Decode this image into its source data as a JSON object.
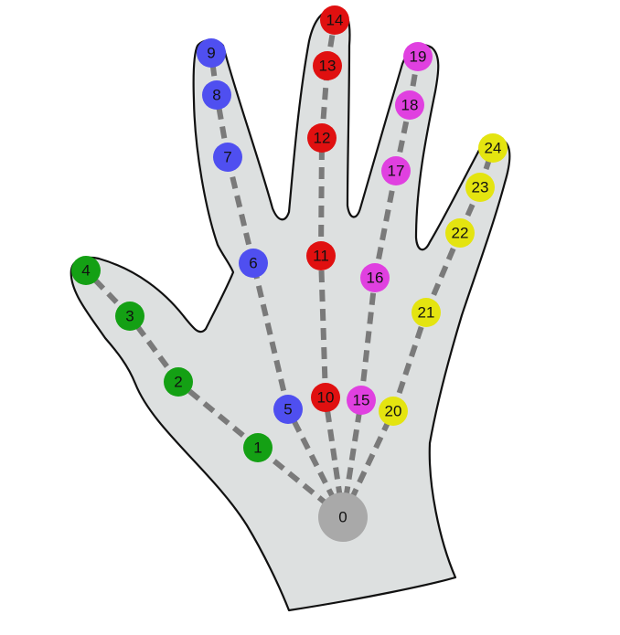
{
  "diagram": {
    "colors": {
      "wrist": "#a9a9a9",
      "thumb": "#14a014",
      "index": "#4f4ff0",
      "middle": "#e01010",
      "ring": "#e040e0",
      "pinky": "#e4e410",
      "bone": "#7a7a7a",
      "hand": "#dde0e0"
    },
    "keypoints": [
      {
        "id": 0,
        "label": "0",
        "group": "wrist"
      },
      {
        "id": 1,
        "label": "1",
        "group": "thumb"
      },
      {
        "id": 2,
        "label": "2",
        "group": "thumb"
      },
      {
        "id": 3,
        "label": "3",
        "group": "thumb"
      },
      {
        "id": 4,
        "label": "4",
        "group": "thumb"
      },
      {
        "id": 5,
        "label": "5",
        "group": "index"
      },
      {
        "id": 6,
        "label": "6",
        "group": "index"
      },
      {
        "id": 7,
        "label": "7",
        "group": "index"
      },
      {
        "id": 8,
        "label": "8",
        "group": "index"
      },
      {
        "id": 9,
        "label": "9",
        "group": "index"
      },
      {
        "id": 10,
        "label": "10",
        "group": "middle"
      },
      {
        "id": 11,
        "label": "11",
        "group": "middle"
      },
      {
        "id": 12,
        "label": "12",
        "group": "middle"
      },
      {
        "id": 13,
        "label": "13",
        "group": "middle"
      },
      {
        "id": 14,
        "label": "14",
        "group": "middle"
      },
      {
        "id": 15,
        "label": "15",
        "group": "ring"
      },
      {
        "id": 16,
        "label": "16",
        "group": "ring"
      },
      {
        "id": 17,
        "label": "17",
        "group": "ring"
      },
      {
        "id": 18,
        "label": "18",
        "group": "ring"
      },
      {
        "id": 19,
        "label": "19",
        "group": "ring"
      },
      {
        "id": 20,
        "label": "20",
        "group": "pinky"
      },
      {
        "id": 21,
        "label": "21",
        "group": "pinky"
      },
      {
        "id": 22,
        "label": "22",
        "group": "pinky"
      },
      {
        "id": 23,
        "label": "23",
        "group": "pinky"
      },
      {
        "id": 24,
        "label": "24",
        "group": "pinky"
      }
    ],
    "connections": [
      [
        0,
        1
      ],
      [
        1,
        2
      ],
      [
        2,
        3
      ],
      [
        3,
        4
      ],
      [
        0,
        5
      ],
      [
        5,
        6
      ],
      [
        6,
        7
      ],
      [
        7,
        8
      ],
      [
        8,
        9
      ],
      [
        0,
        10
      ],
      [
        10,
        11
      ],
      [
        11,
        12
      ],
      [
        12,
        13
      ],
      [
        13,
        14
      ],
      [
        0,
        15
      ],
      [
        15,
        16
      ],
      [
        16,
        17
      ],
      [
        17,
        18
      ],
      [
        18,
        19
      ],
      [
        0,
        20
      ],
      [
        20,
        21
      ],
      [
        21,
        22
      ],
      [
        22,
        23
      ],
      [
        23,
        24
      ]
    ]
  }
}
